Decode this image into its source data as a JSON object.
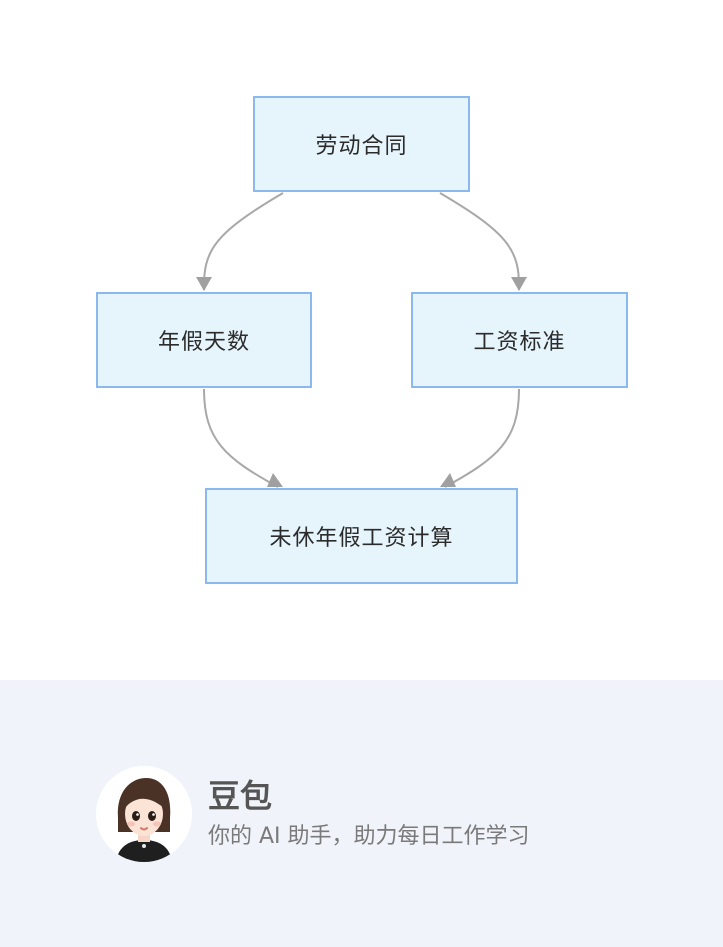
{
  "diagram": {
    "nodes": {
      "contract": "劳动合同",
      "annual_leave_days": "年假天数",
      "wage_standard": "工资标准",
      "unused_leave_wage_calc": "未休年假工资计算"
    },
    "edges": [
      {
        "from": "contract",
        "to": "annual_leave_days"
      },
      {
        "from": "contract",
        "to": "wage_standard"
      },
      {
        "from": "annual_leave_days",
        "to": "unused_leave_wage_calc"
      },
      {
        "from": "wage_standard",
        "to": "unused_leave_wage_calc"
      }
    ],
    "colors": {
      "node_fill": "#e6f4fc",
      "node_border": "#8cb8f0",
      "edge": "#a8a8a8"
    }
  },
  "footer": {
    "name": "豆包",
    "tagline": "你的 AI 助手，助力每日工作学习",
    "avatar_icon": "assistant-avatar-icon",
    "background": "#f0f3fa"
  }
}
